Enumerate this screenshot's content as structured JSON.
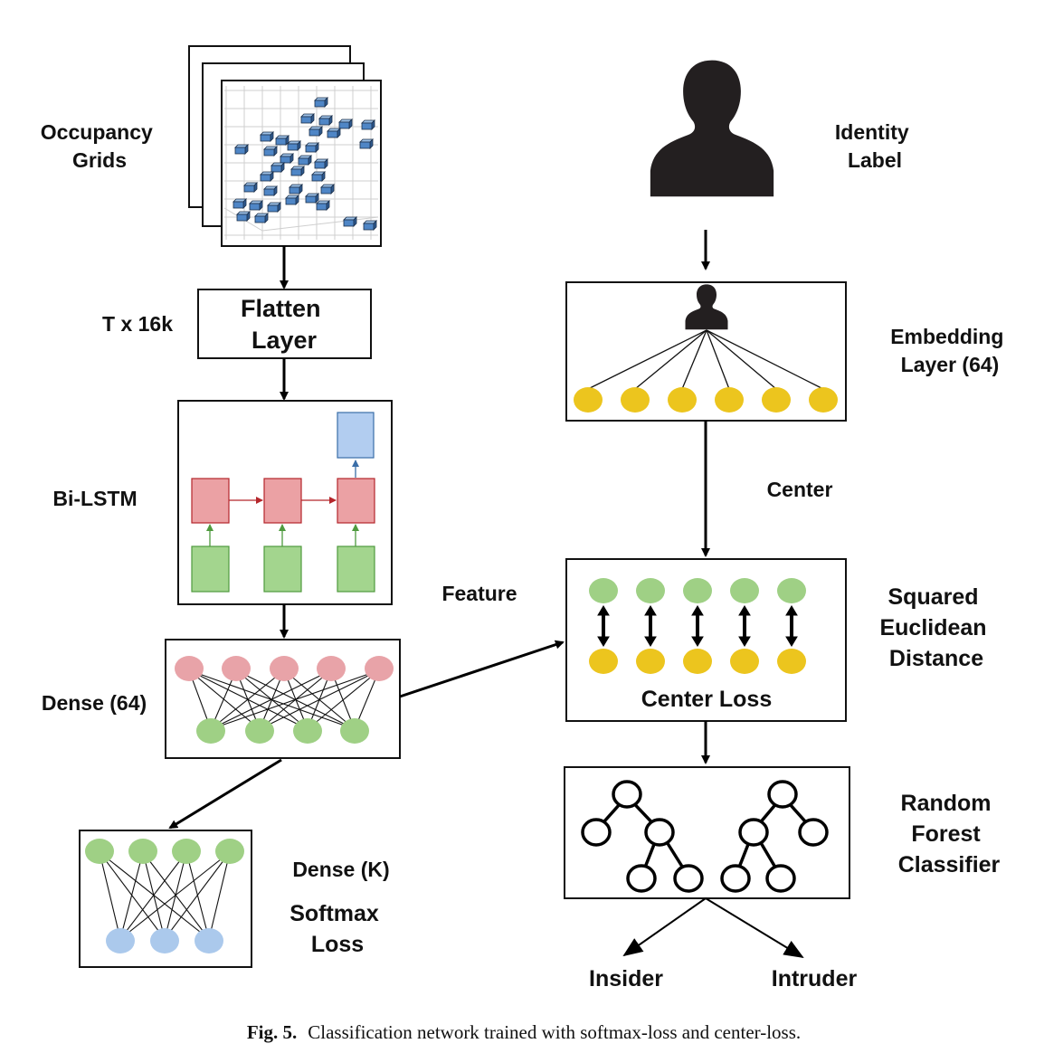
{
  "labels": {
    "occupancy": [
      "Occupancy",
      "Grids"
    ],
    "identity": [
      "Identity",
      "Label"
    ],
    "txk": "T x 16k",
    "flatten": [
      "Flatten",
      "Layer"
    ],
    "embedding": [
      "Embedding",
      "Layer (64)"
    ],
    "bilstm": "Bi-LSTM",
    "center": "Center",
    "feature": "Feature",
    "squared": [
      "Squared",
      "Euclidean",
      "Distance"
    ],
    "dense64": "Dense (64)",
    "centerLoss": "Center Loss",
    "random": [
      "Random",
      "Forest",
      "Classifier"
    ],
    "denseK": "Dense (K)",
    "softmax": [
      "Softmax",
      "Loss"
    ],
    "insider": "Insider",
    "intruder": "Intruder"
  },
  "caption": {
    "prefix": "Fig. 5.",
    "text": "Classification network trained with softmax-loss and center-loss."
  },
  "colors": {
    "pink": "#e8a3a8",
    "green": "#9fd085",
    "yellow": "#ecc51e",
    "blue": "#abc9ec",
    "lstmRed": "#eba1a4",
    "lstmRedStroke": "#b5262b",
    "lstmGreen": "#a3d58e",
    "lstmGreenStroke": "#4f9a3e",
    "lstmBlue": "#b2cdf0",
    "lstmBlueStroke": "#3a6ea8",
    "cube": "#4f86c6",
    "silhouette": "#231f20"
  },
  "icons": [
    "person-silhouette-icon",
    "occupancy-grid-icon",
    "random-forest-tree-icon"
  ]
}
